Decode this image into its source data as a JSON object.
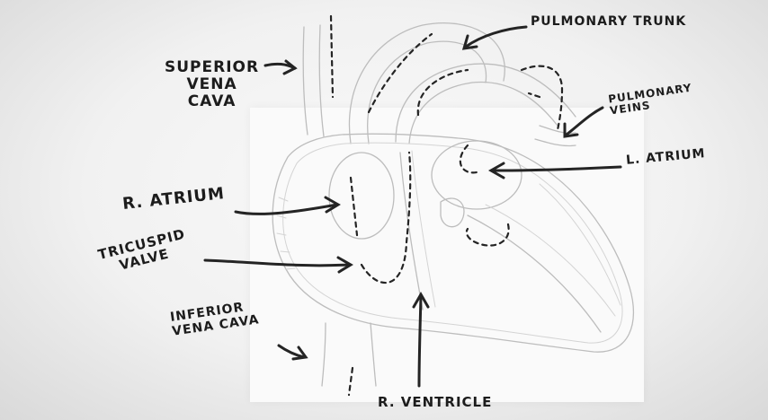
{
  "labels": {
    "superior_vena_cava": [
      "SUPERIOR",
      "VENA",
      "CAVA"
    ],
    "pulmonary_trunk": "PULMONARY TRUNK",
    "pulmonary_veins": [
      "PULMONARY",
      "VEINS"
    ],
    "l_atrium": "L. ATRIUM",
    "r_atrium": "R. ATRIUM",
    "tricuspid_valve": [
      "TRICUSPID",
      "VALVE"
    ],
    "inferior_vena_cava": [
      "INFERIOR",
      "VENA CAVA"
    ],
    "r_ventricle": "R. VENTRICLE"
  },
  "colors": {
    "ink": "#242424",
    "sketch": "#bdbdbd",
    "paper": "#fafafa"
  }
}
